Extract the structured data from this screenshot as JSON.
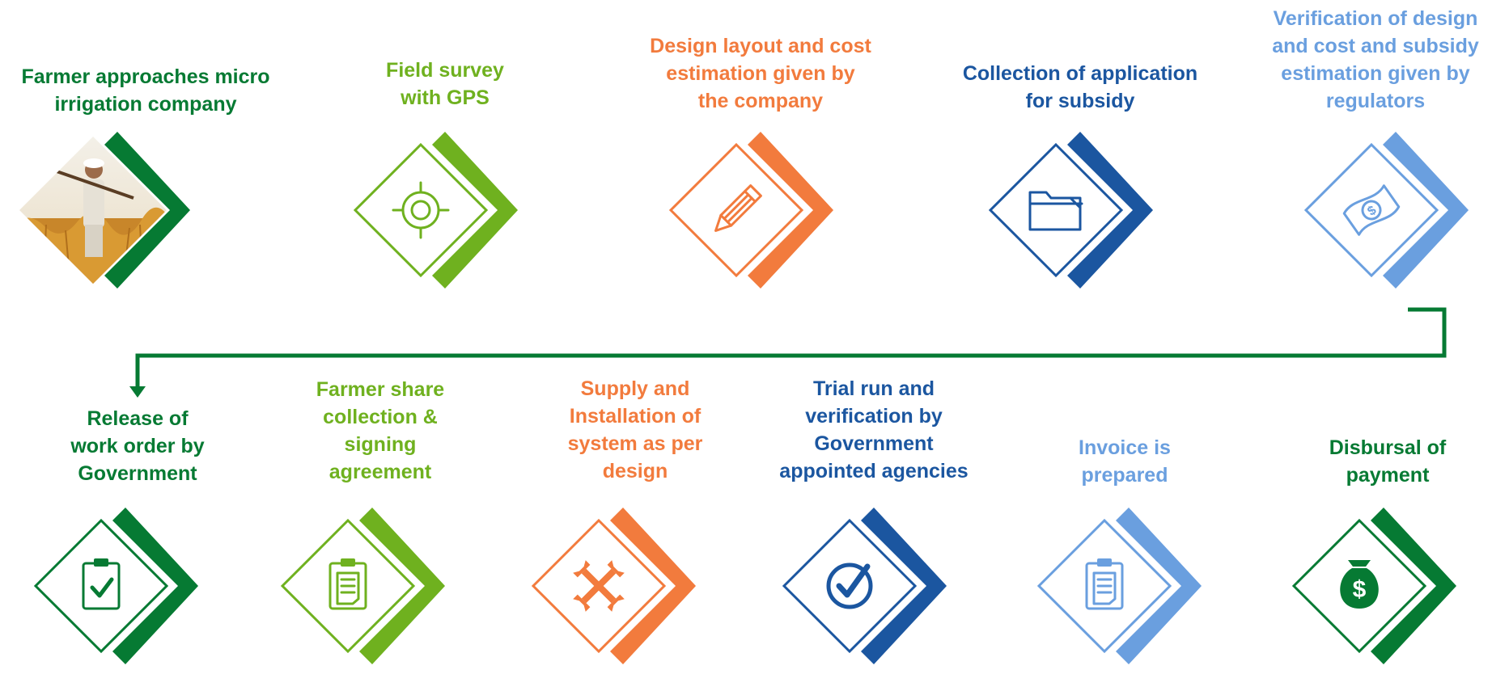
{
  "colors": {
    "dark_green": "#067a33",
    "light_green": "#6fb11f",
    "orange": "#f27b3d",
    "dark_blue": "#1b56a0",
    "light_blue": "#6a9fdf"
  },
  "steps": [
    {
      "label": "Farmer approaches micro\nirrigation company",
      "color": "dark_green",
      "icon": "farmer-photo"
    },
    {
      "label": "Field survey\nwith GPS",
      "color": "light_green",
      "icon": "gps-target-icon"
    },
    {
      "label": "Design layout and cost\nestimation given by\nthe company",
      "color": "orange",
      "icon": "pencil-icon"
    },
    {
      "label": "Collection of application\nfor subsidy",
      "color": "dark_blue",
      "icon": "folder-icon"
    },
    {
      "label": "Verification of design\nand cost and subsidy\nestimation given by\nregulators",
      "color": "light_blue",
      "icon": "money-bill-icon"
    },
    {
      "label": "Release of\nwork order by\nGovernment",
      "color": "dark_green",
      "icon": "clipboard-check-icon"
    },
    {
      "label": "Farmer share\ncollection &\nsigning\nagreement",
      "color": "light_green",
      "icon": "clipboard-document-icon"
    },
    {
      "label": "Supply and\nInstallation of\nsystem as per\ndesign",
      "color": "orange",
      "icon": "wrenches-icon"
    },
    {
      "label": "Trial run and\nverification by\nGovernment\nappointed agencies",
      "color": "dark_blue",
      "icon": "check-circle-icon"
    },
    {
      "label": "Invoice is\nprepared",
      "color": "light_blue",
      "icon": "clipboard-document-icon"
    },
    {
      "label": "Disbursal of\npayment",
      "color": "dark_green",
      "icon": "money-bag-icon"
    }
  ]
}
